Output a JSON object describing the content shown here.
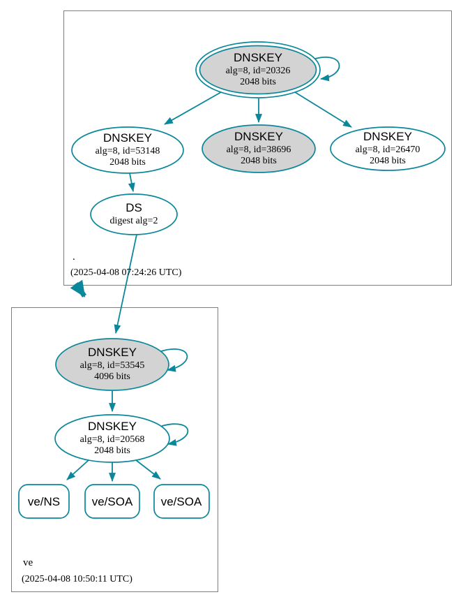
{
  "diagram": {
    "kind": "dnssec-authentication-chain",
    "colors": {
      "secure_line": "#0a879a",
      "node_gray_fill": "#d3d3d3",
      "node_white_fill": "#ffffff",
      "zone_box_border": "#7d7d7d",
      "text": "#000000"
    },
    "zones": {
      "root": {
        "label": ".",
        "timestamp": "(2025-04-08 07:24:26 UTC)",
        "nodes": {
          "ksk": {
            "title": "DNSKEY",
            "detail": "alg=8, id=20326",
            "size": "2048 bits"
          },
          "zsk_left": {
            "title": "DNSKEY",
            "detail": "alg=8, id=53148",
            "size": "2048 bits"
          },
          "zsk_mid": {
            "title": "DNSKEY",
            "detail": "alg=8, id=38696",
            "size": "2048 bits"
          },
          "zsk_right": {
            "title": "DNSKEY",
            "detail": "alg=8, id=26470",
            "size": "2048 bits"
          },
          "ds": {
            "title": "DS",
            "detail": "digest alg=2"
          }
        }
      },
      "ve": {
        "label": "ve",
        "timestamp": "(2025-04-08 10:50:11 UTC)",
        "nodes": {
          "ksk": {
            "title": "DNSKEY",
            "detail": "alg=8, id=53545",
            "size": "4096 bits"
          },
          "zsk": {
            "title": "DNSKEY",
            "detail": "alg=8, id=20568",
            "size": "2048 bits"
          },
          "rrsets": [
            {
              "label": "ve/NS"
            },
            {
              "label": "ve/SOA"
            },
            {
              "label": "ve/SOA"
            }
          ]
        }
      }
    }
  }
}
